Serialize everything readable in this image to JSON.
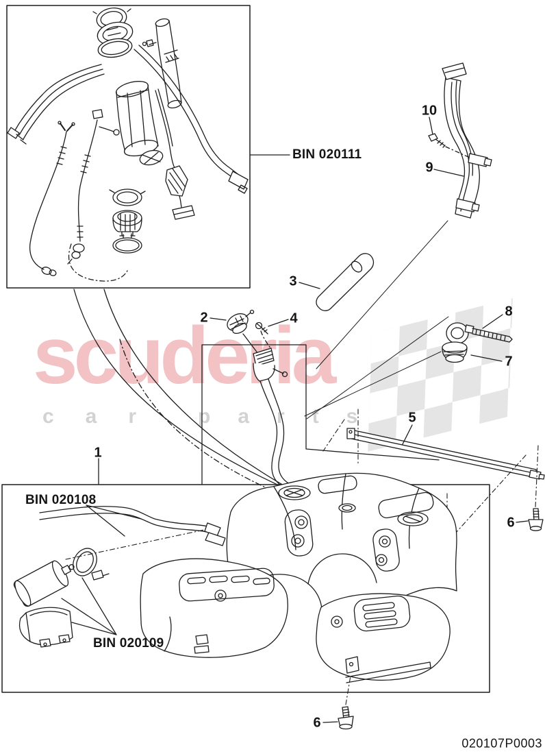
{
  "page": {
    "background": "#ffffff",
    "line_color": "#1d1d1d"
  },
  "callouts": {
    "c1": "1",
    "c2": "2",
    "c3": "3",
    "c4": "4",
    "c5": "5",
    "c6_right": "6",
    "c6_bottom": "6",
    "c7": "7",
    "c8": "8",
    "c9": "9",
    "c10": "10"
  },
  "bin_labels": {
    "inset": "BIN 020111",
    "fuel_lines": "BIN 020108",
    "fuel_filter": "BIN 020109"
  },
  "diagram_code": "020107P0003",
  "watermark": {
    "brand": "scuderia",
    "word_left": "car",
    "word_right": "parts",
    "brand_color": "#d0242a",
    "letters_color": "#7d7d7d",
    "flag_color": "#cfcfcf"
  }
}
